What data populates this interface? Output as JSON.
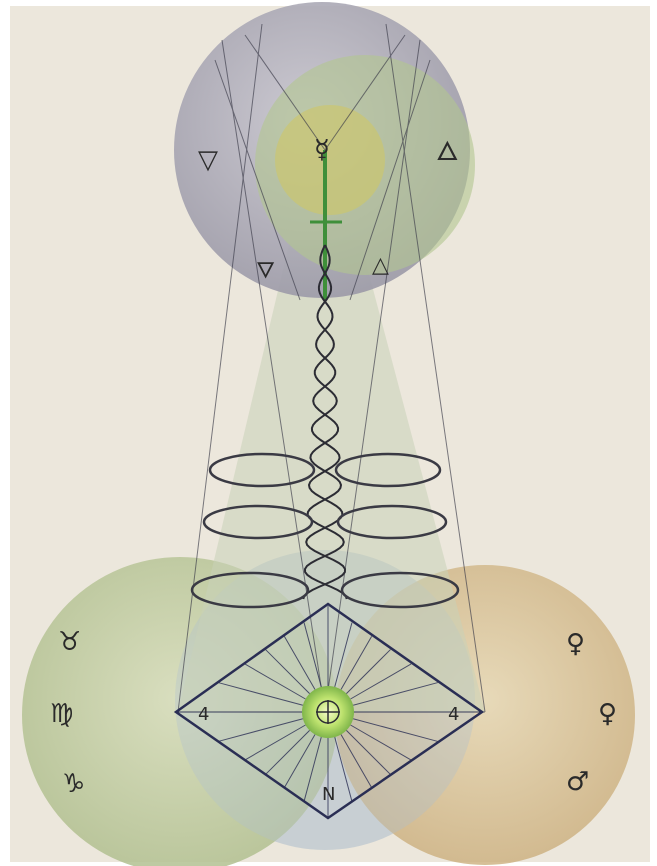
{
  "colors": {
    "paper": "#ece7dc",
    "frame": "#ffffff",
    "top_sphere": "#9c9aa8",
    "top_inner_green": "#a9c08a",
    "top_core_yellow": "#c9c46a",
    "bottom_left_sphere": "#b9c79a",
    "bottom_right_sphere": "#d4b98a",
    "bottom_center_sphere": "#b8c3cc",
    "cone": "#c4ccb4",
    "ink": "#2c2c34",
    "axis_green": "#3f8f3a",
    "center_glow": "#b7e06a"
  },
  "symbols": {
    "top_left_triangle": "▽",
    "top_right_triangle": "🜂",
    "top_lower_left_triangle": "🜄",
    "top_lower_right_triangle": "△",
    "top_mercury": "☿",
    "left_1": "♉",
    "left_2": "♍",
    "left_3": "♑",
    "right_1": "♀",
    "right_2": "♀",
    "right_3": "♂",
    "diamond_left": "4",
    "diamond_right": "4",
    "diamond_bottom": "N"
  }
}
